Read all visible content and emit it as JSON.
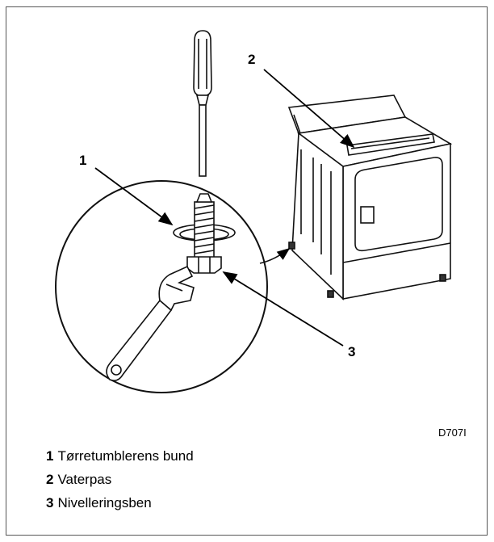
{
  "figure": {
    "code": "D707I",
    "callouts": [
      {
        "number": "1"
      },
      {
        "number": "2"
      },
      {
        "number": "3"
      }
    ]
  },
  "legend": [
    {
      "number": "1",
      "text": "Tørretumblerens bund"
    },
    {
      "number": "2",
      "text": "Vaterpas"
    },
    {
      "number": "3",
      "text": "Nivelleringsben"
    }
  ],
  "icons": [
    "screwdriver-icon",
    "wrench-icon",
    "leveling-leg-icon",
    "dryer-icon",
    "spirit-level-icon"
  ]
}
